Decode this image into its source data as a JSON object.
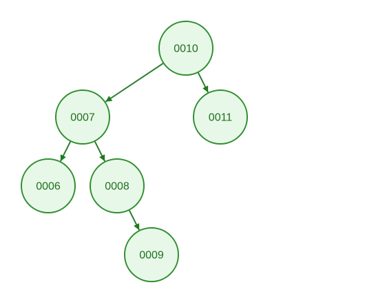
{
  "tree": {
    "nodes": [
      {
        "id": "n0010",
        "label": "0010"
      },
      {
        "id": "n0007",
        "label": "0007"
      },
      {
        "id": "n0011",
        "label": "0011"
      },
      {
        "id": "n0006",
        "label": "0006"
      },
      {
        "id": "n0008",
        "label": "0008"
      },
      {
        "id": "n0009",
        "label": "0009"
      }
    ],
    "edges": [
      {
        "from": "n0010",
        "to": "n0007"
      },
      {
        "from": "n0010",
        "to": "n0011"
      },
      {
        "from": "n0007",
        "to": "n0006"
      },
      {
        "from": "n0007",
        "to": "n0008"
      },
      {
        "from": "n0008",
        "to": "n0009"
      }
    ],
    "colors": {
      "node_fill": "#e8f8e8",
      "node_stroke": "#2f8f2f",
      "edge": "#2e7d32",
      "label": "#1f6f1f"
    }
  }
}
